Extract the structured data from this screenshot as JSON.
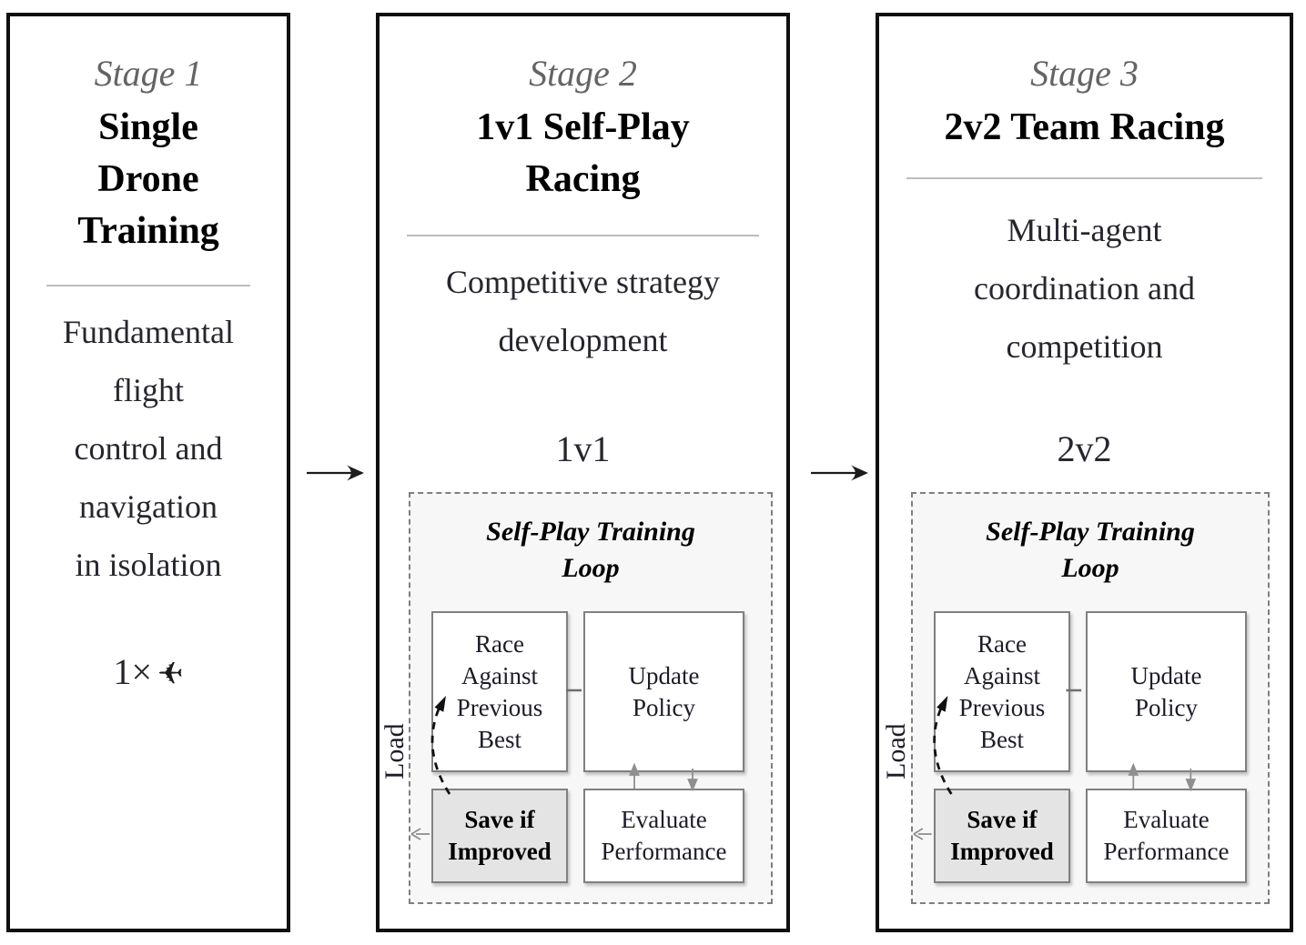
{
  "figure": {
    "kind": "three-stage curriculum training pipeline diagram"
  },
  "colors": {
    "panel_border": "#0f0f0f",
    "stage_label_gray": "#646464",
    "body_text": "#26262e",
    "divider_gray": "#bdbdbd",
    "loop_dashed_border": "#7f7f7f",
    "loop_background": "#f7f7f7",
    "inner_box_border": "#808080",
    "save_box_background": "#e4e4e4",
    "arrow_black": "#1c1c1c"
  },
  "stages": [
    {
      "stage_label": "Stage 1",
      "title": [
        "Single",
        "Drone",
        "Training"
      ],
      "description": [
        "Fundamental",
        "flight",
        "control and",
        "navigation",
        "in isolation"
      ],
      "count_label": "1×",
      "drone_icon_char": "✈"
    },
    {
      "stage_label": "Stage 2",
      "title": [
        "1v1 Self-Play",
        "Racing"
      ],
      "description": [
        "Competitive strategy",
        "development"
      ],
      "matchup": "1v1"
    },
    {
      "stage_label": "Stage 3",
      "title": [
        "2v2 Team Racing"
      ],
      "description": [
        "Multi-agent",
        "coordination and",
        "competition"
      ],
      "matchup": "2v2"
    }
  ],
  "loop": {
    "title": [
      "Self-Play Training",
      "Loop"
    ],
    "load_label": "Load",
    "boxes": {
      "race": [
        "Race",
        "Against",
        "Previous",
        "Best"
      ],
      "update": [
        "Update",
        "Policy"
      ],
      "save": [
        "Save if",
        "Improved"
      ],
      "evaluate": [
        "Evaluate",
        "Performance"
      ]
    }
  }
}
